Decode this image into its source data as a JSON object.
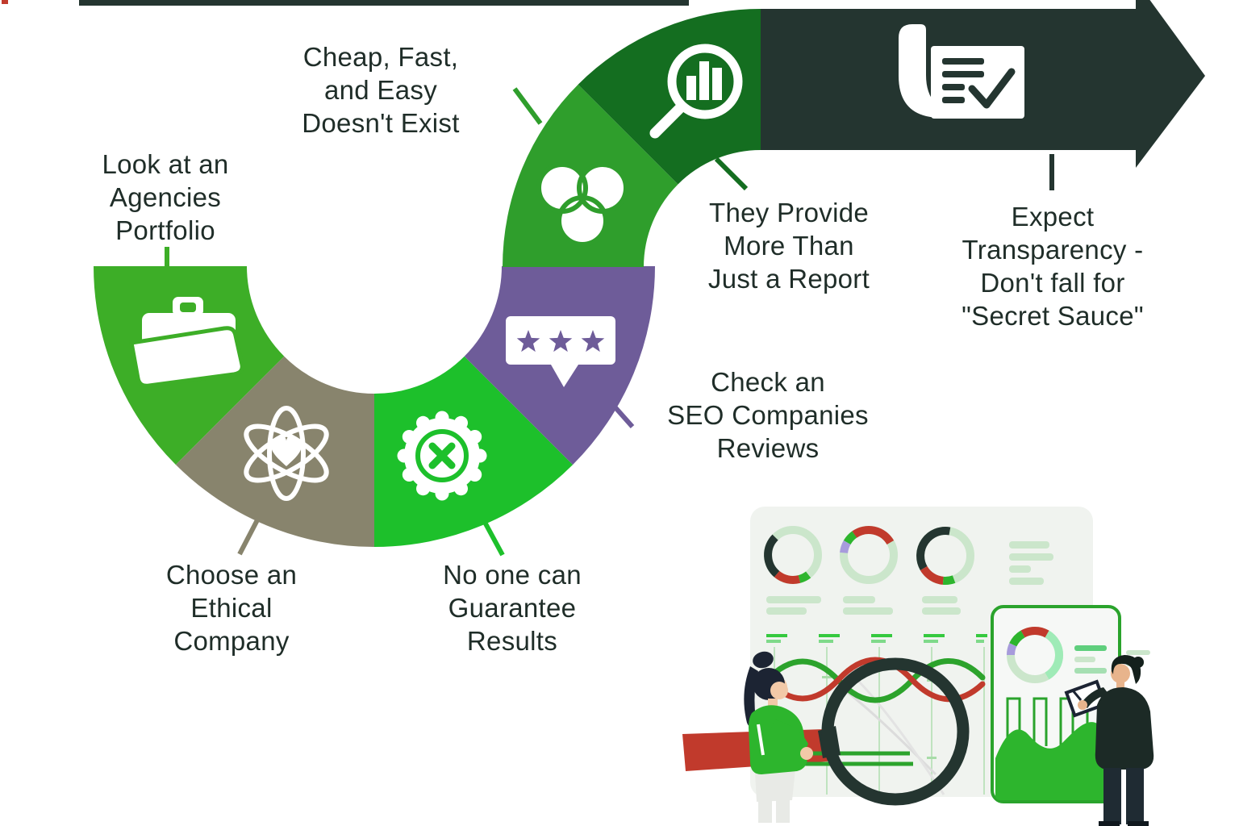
{
  "figure": {
    "type": "seo-agency-infographic",
    "flow": "s-curve-arrow"
  },
  "steps": [
    {
      "id": "portfolio",
      "label_lines": [
        "Look at an",
        "Agencies",
        "Portfolio"
      ],
      "color": "#3dae27",
      "icon": "folder-icon"
    },
    {
      "id": "ethical",
      "label_lines": [
        "Choose an",
        "Ethical",
        "Company"
      ],
      "color": "#88846d",
      "icon": "atom-heart-icon"
    },
    {
      "id": "guarantee",
      "label_lines": [
        "No one can",
        "Guarantee",
        "Results"
      ],
      "color": "#1dc02b",
      "icon": "badge-x-icon"
    },
    {
      "id": "reviews",
      "label_lines": [
        "Check an",
        "SEO Companies",
        "Reviews"
      ],
      "color": "#6e5c99",
      "icon": "review-stars-icon"
    },
    {
      "id": "cheap",
      "label_lines": [
        "Cheap, Fast,",
        "and Easy",
        "Doesn't Exist"
      ],
      "color": "#2f9e2c",
      "icon": "venn-circles-icon"
    },
    {
      "id": "report",
      "label_lines": [
        "They Provide",
        "More Than",
        "Just a Report"
      ],
      "color": "#146e20",
      "icon": "magnifier-chart-icon"
    },
    {
      "id": "transparency",
      "label_lines": [
        "Expect",
        "Transparency -",
        "Don't fall for",
        "\"Secret Sauce\""
      ],
      "color": "#243530",
      "icon": "report-check-icon"
    }
  ],
  "palette": {
    "background": "#ffffff",
    "text": "#1f2d28",
    "arrow_dark": "#243530",
    "star_purple": "#6e5c99",
    "illustration": {
      "panel": "#f0f3ef",
      "pale_green": "#cbe6cb",
      "bright_green": "#2db52d",
      "line_green": "#2ca32c",
      "red": "#c13a2c",
      "lavender": "#a79bdc",
      "mint": "#9febb7",
      "dark_slate": "#243530",
      "skin": "#f2c9a8",
      "suit_dark": "#1c2a26"
    }
  }
}
